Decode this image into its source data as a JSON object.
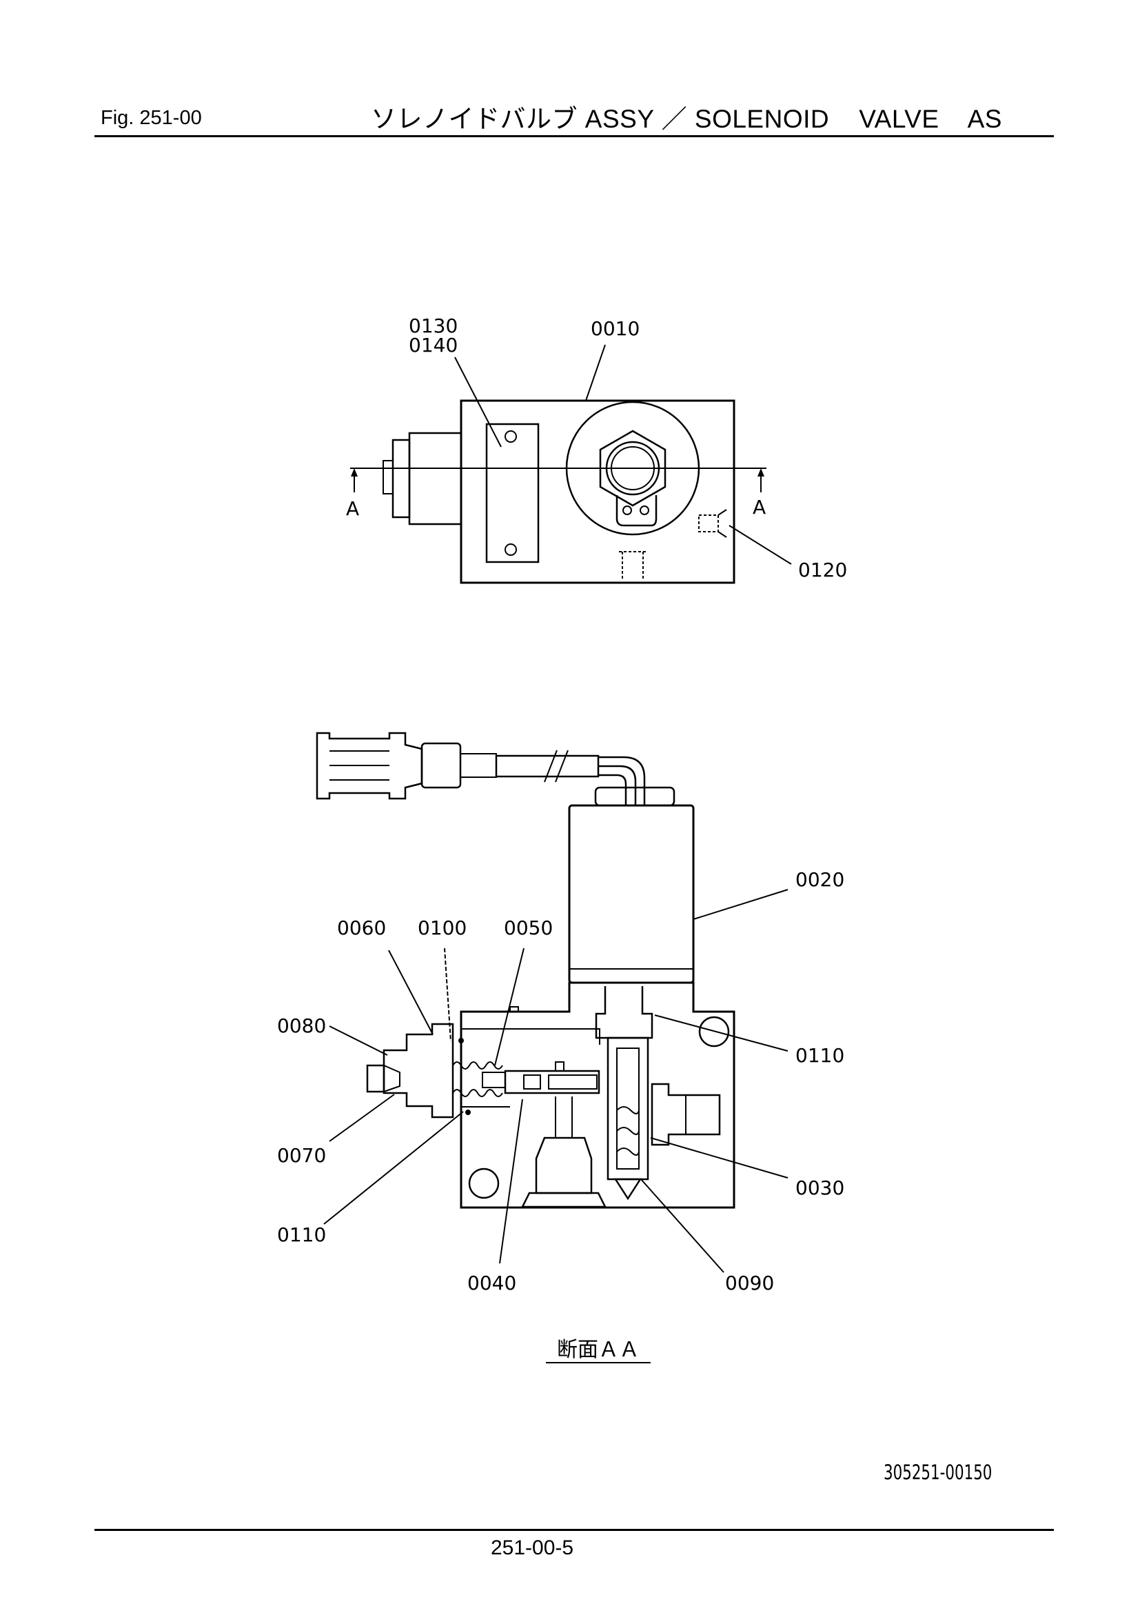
{
  "header": {
    "fig_label": "Fig.  251-00",
    "title": "ソレノイドバルブ ASSY ／ SOLENOID    VALVE    AS"
  },
  "diagram": {
    "top_view": {
      "part_labels": [
        "0130",
        "0140",
        "0010",
        "0120"
      ],
      "section_marker": "A"
    },
    "section_view": {
      "part_labels": [
        "0020",
        "0060",
        "0100",
        "0050",
        "0080",
        "0110",
        "0070",
        "0110",
        "0030",
        "0040",
        "0090"
      ],
      "caption": "断面ＡＡ"
    }
  },
  "footer": {
    "drawing_number": "305251-00150",
    "page_number": "251-00-5"
  }
}
